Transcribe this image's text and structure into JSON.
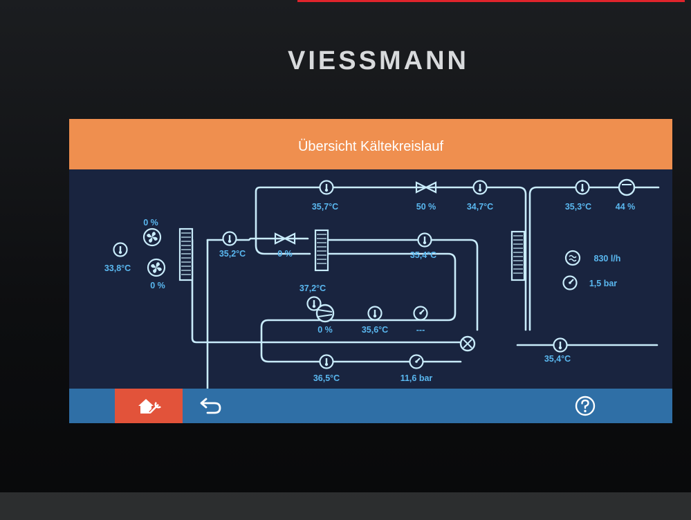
{
  "device": {
    "brand": "VIESSMANN"
  },
  "screen": {
    "title": "Übersicht Kältekreislauf"
  },
  "diagram": {
    "outdoor_temp": "33,8°C",
    "fan_top_pct": "0 %",
    "fan_bottom_pct": "0 %",
    "evap_out_temp": "35,2°C",
    "exp_valve_pct": "0 %",
    "top_temp": "35,7°C",
    "top_valve_pct": "50 %",
    "top_right_temp": "34,7°C",
    "mid_temp": "35,4°C",
    "hx_temp": "37,2°C",
    "compressor_pct": "0 %",
    "suction_temp": "35,6°C",
    "suction_pressure": "---",
    "discharge_temp": "36,5°C",
    "discharge_pressure": "11,6 bar",
    "flow_temp": "35,3°C",
    "pump_pct": "44 %",
    "flow_rate": "830 l/h",
    "water_pressure": "1,5 bar",
    "return_temp": "35,4°C"
  },
  "colors": {
    "header": "#ef8f4f",
    "background": "#19243f",
    "line": "#c9ecfb",
    "label": "#5ab8f0",
    "footer": "#2f6fa6",
    "home": "#e2533a"
  },
  "icons": {
    "home": "house-wrench-icon",
    "back": "back-arrow-icon",
    "help": "question-circle-icon"
  }
}
